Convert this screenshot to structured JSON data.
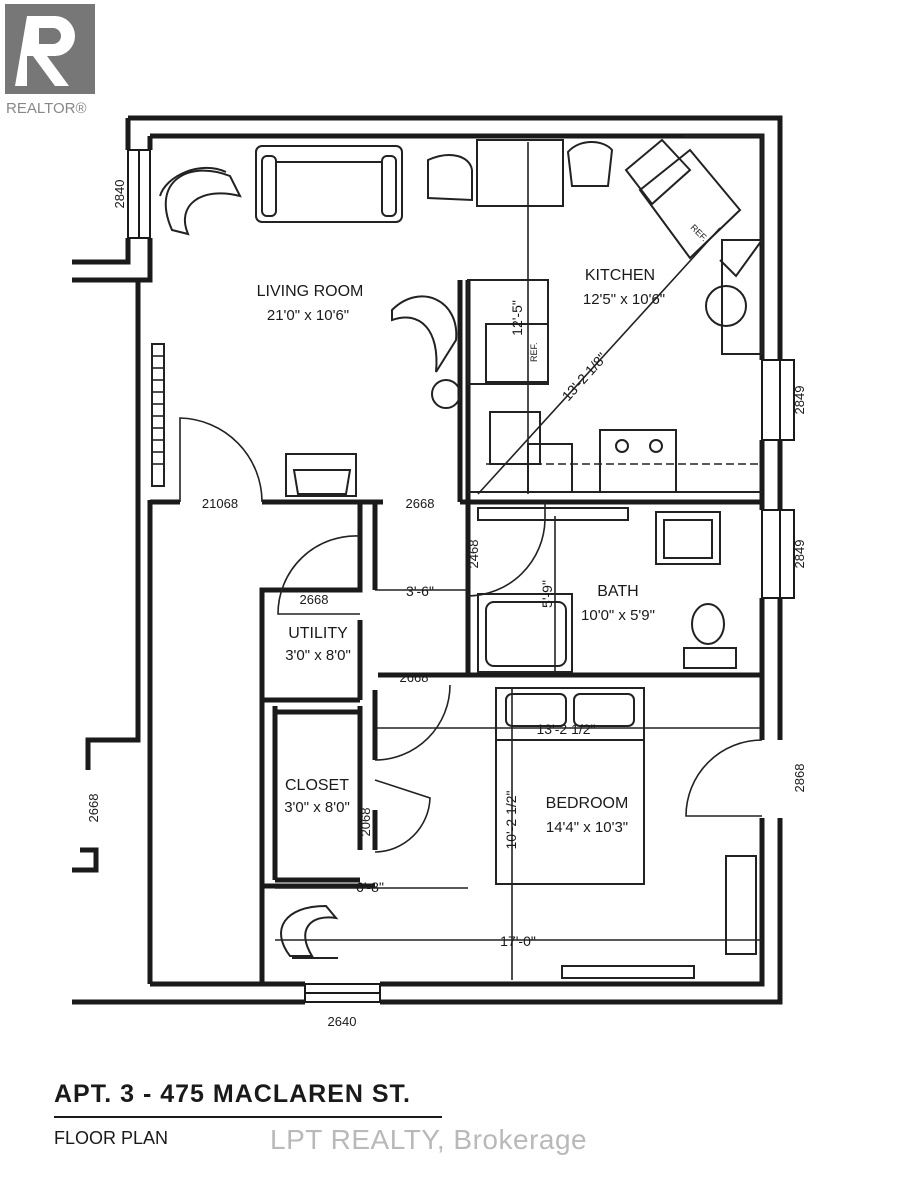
{
  "logo": {
    "text": "REALTOR®"
  },
  "rooms": {
    "living": {
      "name": "LIVING ROOM",
      "size": "21'0\" x 10'6\""
    },
    "kitchen": {
      "name": "KITCHEN",
      "size": "12'5\" x 10'6\""
    },
    "bath": {
      "name": "BATH",
      "size": "10'0\" x 5'9\""
    },
    "utility": {
      "name": "UTILITY",
      "size": "3'0\" x 8'0\""
    },
    "closet": {
      "name": "CLOSET",
      "size": "3'0\" x 8'0\""
    },
    "bedroom": {
      "name": "BEDROOM",
      "size": "14'4\" x 10'3\""
    }
  },
  "fixtures": {
    "ref": "REF."
  },
  "dimensions": {
    "kitchen_diag": "13'-2 1/8\"",
    "kitchen_vert": "12'-5\"",
    "hall_width": "3'-6\"",
    "bath_vert": "5'-9\"",
    "bedroom_horiz": "13'-2 1/2\"",
    "bedroom_vert": "10'-2 1/2\"",
    "closet_horiz": "6'-8\"",
    "bedroom_full": "17'-0\""
  },
  "doors": {
    "w_left_top": "2840",
    "d_living": "21068",
    "d_hall": "2668",
    "w_kitchen": "2849",
    "w_bath": "2849",
    "d_bath": "2468",
    "d_utility": "2668",
    "d_bedroom": "2668",
    "w_bedroom": "2868",
    "d_left": "2668",
    "d_closet": "2068",
    "w_bottom": "2640"
  },
  "footer": {
    "title": "APT. 3 - 475 MACLAREN ST.",
    "subtitle": "FLOOR PLAN",
    "watermark": "LPT REALTY, Brokerage"
  }
}
